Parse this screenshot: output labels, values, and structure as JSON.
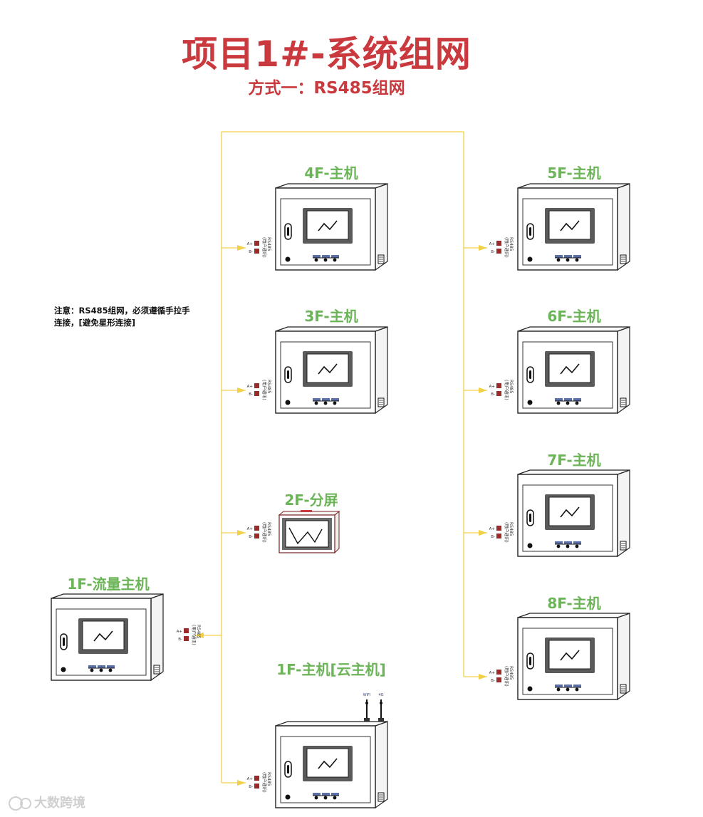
{
  "title": "项目1#-系统组网",
  "subtitle": "方式一：RS485组网",
  "note": "注意：RS485组网，必须遵循手拉手连接，[避免星形连接]",
  "port": {
    "line1": "(用户通讯)",
    "line2": "RS485",
    "a_label": "A+",
    "b_label": "B-"
  },
  "antenna": {
    "left": "WIFI",
    "right": "4G"
  },
  "nodes": {
    "n4f": "4F-主机",
    "n3f": "3F-主机",
    "n2f": "2F-分屏",
    "n1f_flow": "1F-流量主机",
    "n1f_cloud": "1F-主机[云主机]",
    "n5f": "5F-主机",
    "n6f": "6F-主机",
    "n7f": "7F-主机",
    "n8f": "8F-主机"
  },
  "watermark": "大数跨境",
  "colors": {
    "title": "#c9393d",
    "label": "#6bb457",
    "wire": "#f2d14a",
    "terminal": "#9b2a2a",
    "panel": "#5a6fa8"
  }
}
